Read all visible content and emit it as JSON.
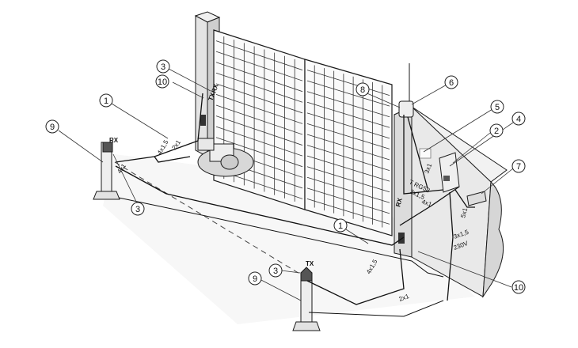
{
  "callouts": [
    "1",
    "1",
    "2",
    "3",
    "3",
    "3",
    "4",
    "5",
    "6",
    "7",
    "8",
    "9",
    "9",
    "10",
    "10"
  ],
  "wire_labels": [
    "4x1,5",
    "2x1",
    "4x1",
    "4x1,5",
    "2x1",
    "3x1",
    "T RG58",
    "2x1,5",
    "4x1",
    "5x1",
    "3x1,5",
    "230V"
  ],
  "device_labels": [
    "RX",
    "TX",
    "RX",
    "TX",
    "RX"
  ],
  "colors": {
    "line": "#1a1a1a",
    "wire": "#111111",
    "wall": "#e9e9e9",
    "ground": "#dedede",
    "post": "#ececec",
    "photocell": "#555555"
  }
}
